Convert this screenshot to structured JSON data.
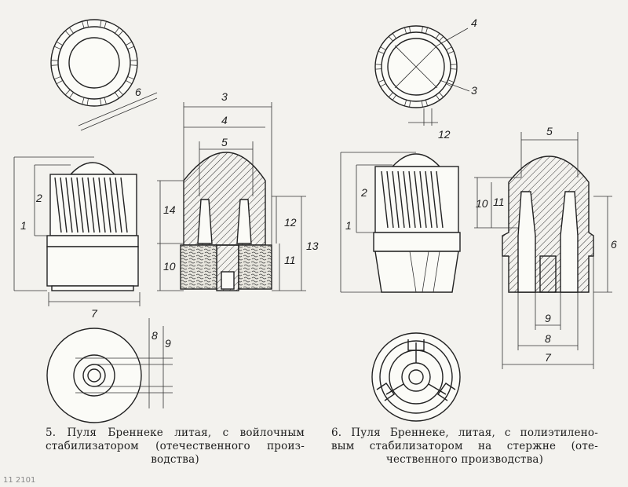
{
  "figure_5": {
    "labels": {
      "top_view": [
        "6"
      ],
      "side_view": [
        "1",
        "2",
        "7"
      ],
      "section": [
        "3",
        "4",
        "5",
        "14",
        "10",
        "12",
        "13",
        "11"
      ],
      "bottom_view": [
        "8",
        "9"
      ]
    },
    "caption": {
      "line1": "5. Пуля Бреннеке литая, с войлочным",
      "line2": "стабилизатором (отечественного произ-",
      "line3": "водства)"
    }
  },
  "figure_6": {
    "labels": {
      "top_view": [
        "4",
        "3",
        "12"
      ],
      "side_view": [
        "1",
        "2"
      ],
      "section": [
        "5",
        "10",
        "11",
        "6",
        "9",
        "8",
        "7"
      ]
    },
    "caption": {
      "line1": "6. Пуля Бреннеке, литая, с полиэтилено-",
      "line2": "вым стабилизатором на стержне (оте-",
      "line3": "чественного производства)"
    }
  },
  "footer": {
    "text": "11 2101"
  }
}
